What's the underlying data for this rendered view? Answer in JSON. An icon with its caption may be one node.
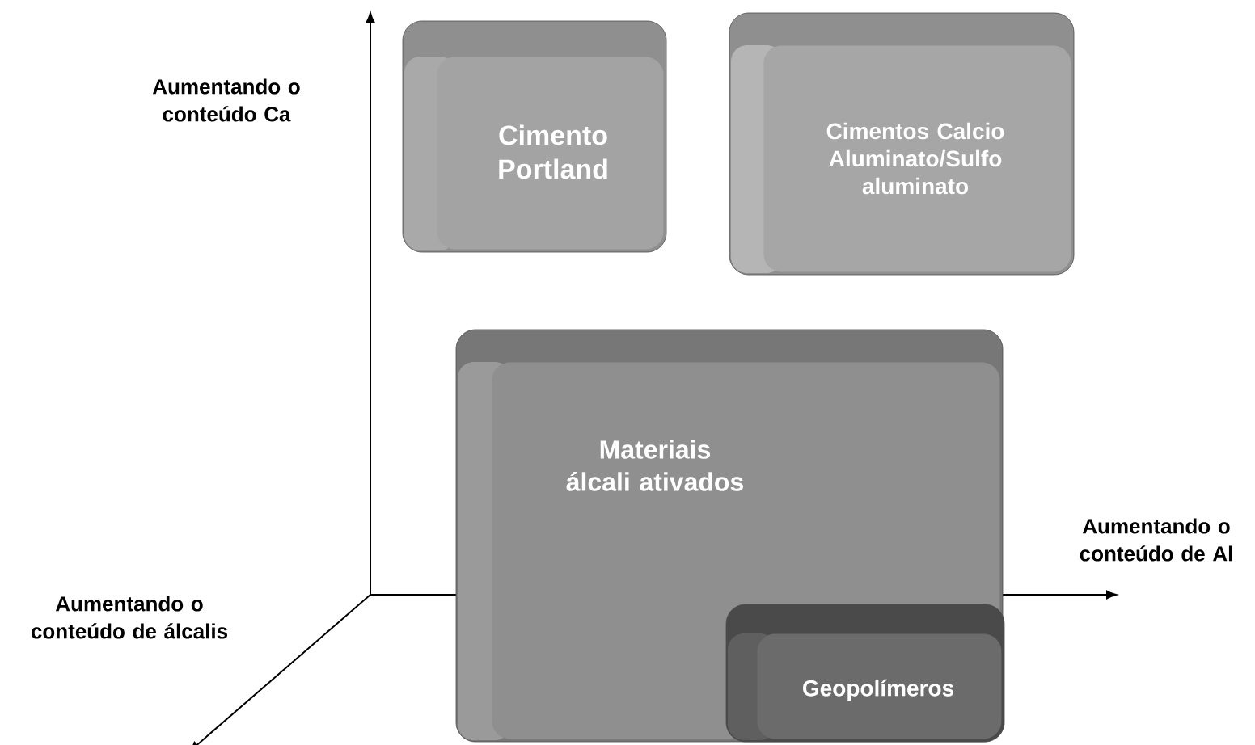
{
  "diagram": {
    "nodes": [
      {
        "text": [
          "Cimento Portland"
        ]
      },
      {
        "text": [
          "Cimentos Calcio Aluminato/Sulfo aluminato"
        ]
      },
      {
        "text": [
          "Materiais álcali ativados"
        ]
      },
      {
        "text": [
          "Geopolímeros"
        ],
        "in": 2
      }
    ],
    "labels": [
      "Aumentando o conteúdo Ca",
      "Aumentando o conteúdo de álcalis",
      "Aumentando o conteúdo de Al"
    ]
  }
}
